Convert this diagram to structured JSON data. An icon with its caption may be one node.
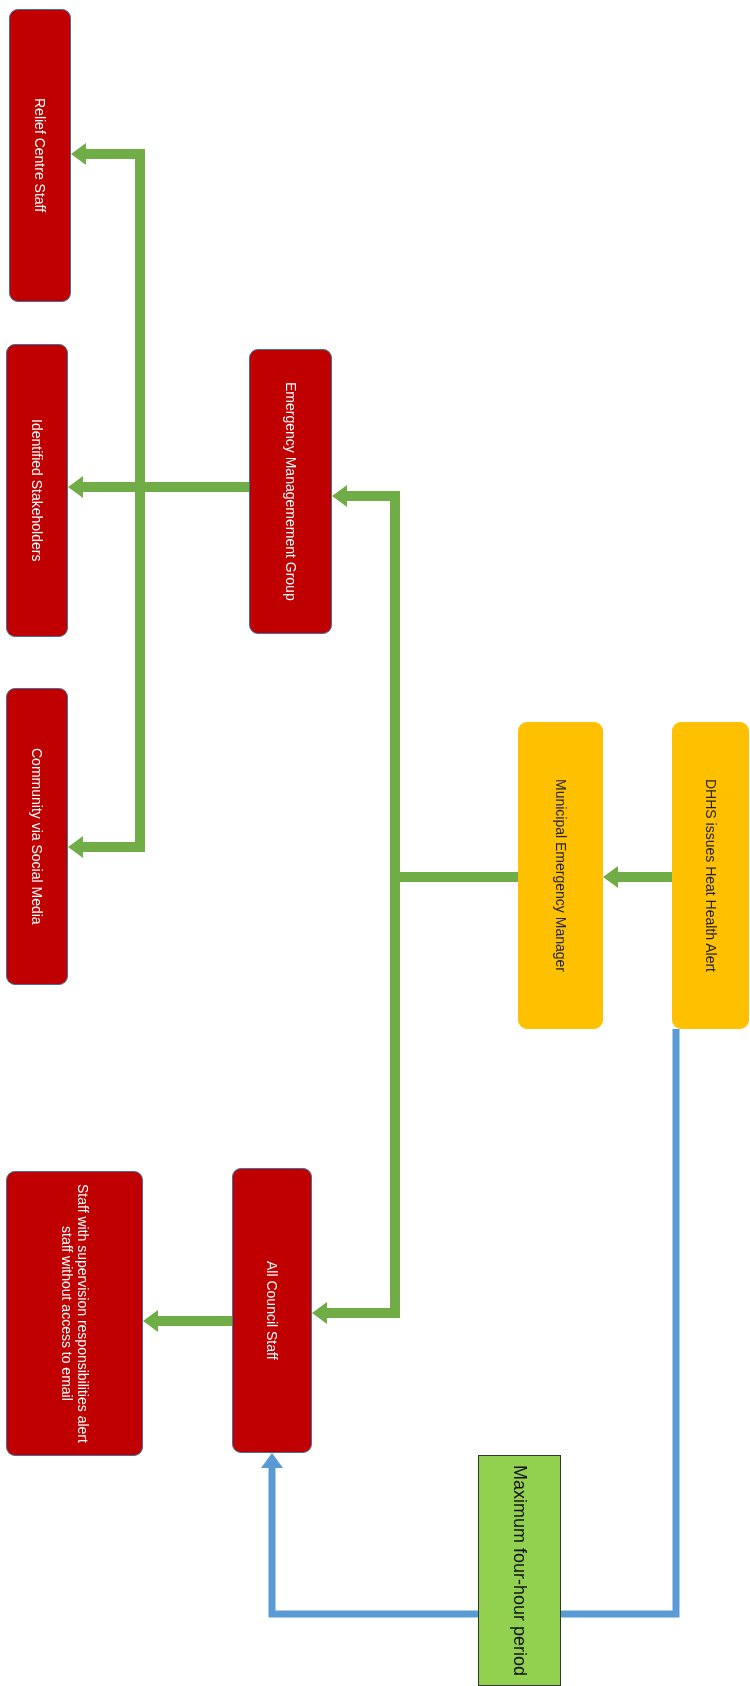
{
  "diagram": {
    "nodes": [
      {
        "text": [
          "DHHS issues Heat Health Alert"
        ]
      },
      {
        "text": [
          "Municipal Emergency Manager"
        ]
      },
      {
        "text": [
          "Emergency Managemement Group"
        ]
      },
      {
        "text": [
          "All Council Staff"
        ]
      },
      {
        "text": [
          "Relief Centre Staff"
        ]
      },
      {
        "text": [
          "Identified Stakeholders"
        ]
      },
      {
        "text": [
          "Community via Social Media"
        ]
      },
      {
        "text": [
          "Staff with supervision responsibilities alert staff without access to email"
        ]
      },
      {
        "text": [
          "Maximum four-hour period"
        ]
      }
    ],
    "edges": [
      {
        "from": 0,
        "to": 1,
        "arrow": "to"
      },
      {
        "from": 1,
        "to": 2,
        "arrow": "to"
      },
      {
        "from": 1,
        "to": 3,
        "arrow": "to"
      },
      {
        "from": 2,
        "to": 4,
        "arrow": "to"
      },
      {
        "from": 2,
        "to": 5,
        "arrow": "to"
      },
      {
        "from": 2,
        "to": 6,
        "arrow": "to"
      },
      {
        "from": 3,
        "to": 7,
        "arrow": "to"
      },
      {
        "from": 0,
        "to": 8,
        "arrow": "none",
        "color": "#5b9bd5"
      },
      {
        "from": 8,
        "to": 3,
        "arrow": "to",
        "color": "#5b9bd5"
      }
    ]
  }
}
